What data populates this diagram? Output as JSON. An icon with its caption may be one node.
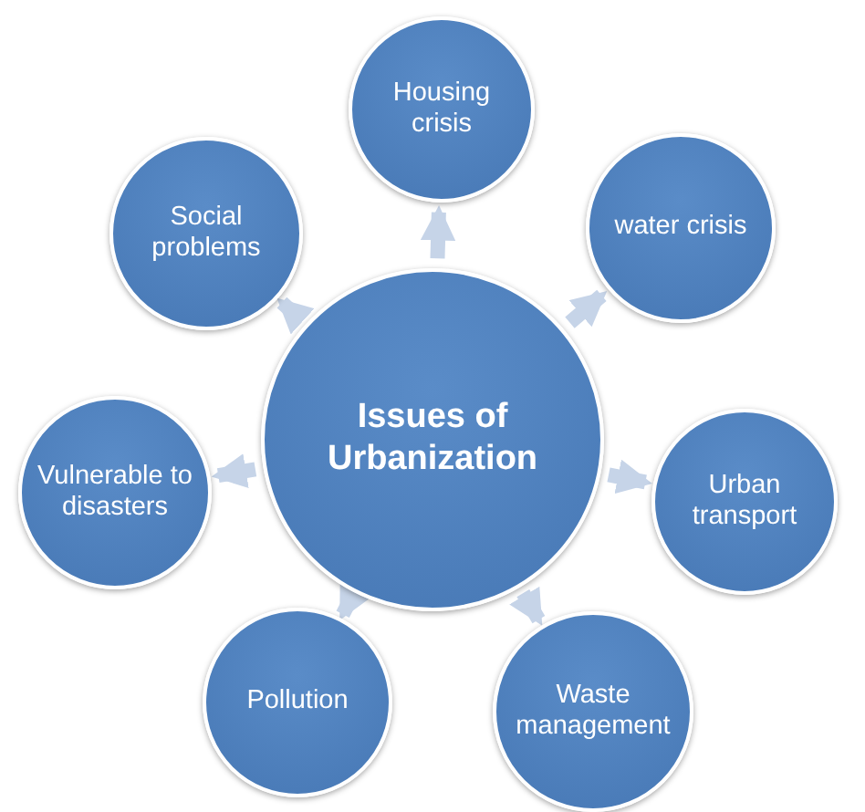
{
  "diagram": {
    "nodes": [
      {
        "text": [
          "Issues of Urbanization"
        ]
      },
      {
        "text": [
          "Housing crisis"
        ]
      },
      {
        "text": [
          "water crisis"
        ]
      },
      {
        "text": [
          "Urban transport"
        ]
      },
      {
        "text": [
          "Waste management"
        ]
      },
      {
        "text": [
          "Pollution"
        ]
      },
      {
        "text": [
          "Vulnerable to disasters"
        ]
      },
      {
        "text": [
          "Social problems"
        ]
      }
    ],
    "edges": [
      {
        "from": 0,
        "to": 1,
        "arrow": "to"
      },
      {
        "from": 0,
        "to": 2,
        "arrow": "to"
      },
      {
        "from": 0,
        "to": 3,
        "arrow": "to"
      },
      {
        "from": 0,
        "to": 4,
        "arrow": "to"
      },
      {
        "from": 0,
        "to": 5,
        "arrow": "to"
      },
      {
        "from": 0,
        "to": 6,
        "arrow": "to"
      },
      {
        "from": 0,
        "to": 7,
        "arrow": "to"
      }
    ]
  }
}
